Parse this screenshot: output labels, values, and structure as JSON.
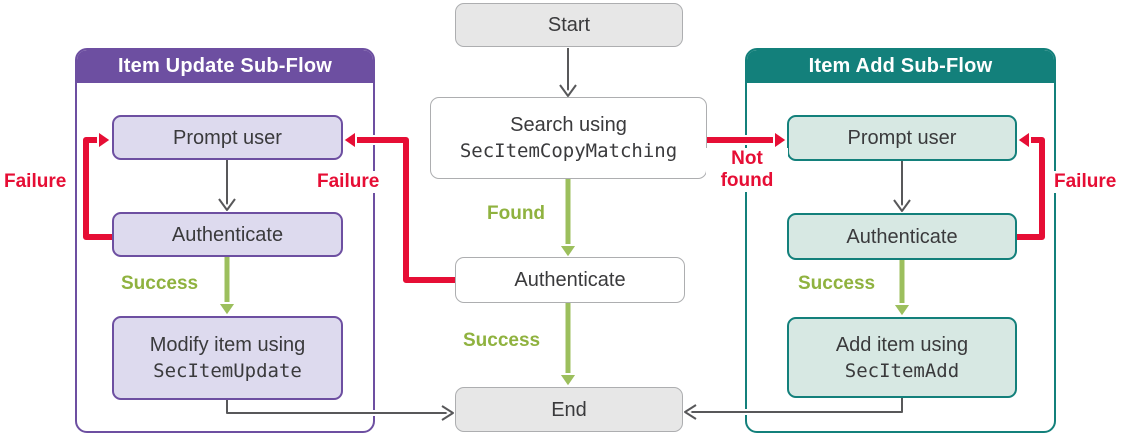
{
  "diagram": {
    "type": "flowchart",
    "nodes": {
      "start": {
        "label": "Start"
      },
      "search": {
        "line1": "Search using",
        "code": "SecItemCopyMatching"
      },
      "auth_center": {
        "label": "Authenticate"
      },
      "end": {
        "label": "End"
      }
    },
    "update_flow": {
      "title": "Item Update Sub-Flow",
      "prompt_label": "Prompt user",
      "auth_label": "Authenticate",
      "action_line1": "Modify item using",
      "action_code": "SecItemUpdate"
    },
    "add_flow": {
      "title": "Item Add Sub-Flow",
      "prompt_label": "Prompt user",
      "auth_label": "Authenticate",
      "action_line1": "Add item using",
      "action_code": "SecItemAdd"
    },
    "labels": {
      "found": "Found",
      "not_found": "Not found",
      "success": "Success",
      "failure": "Failure"
    },
    "edges": [
      {
        "from": "Start",
        "to": "Search using SecItemCopyMatching",
        "label": "",
        "color": "gray"
      },
      {
        "from": "Search using SecItemCopyMatching",
        "to": "Authenticate (center)",
        "label": "Found",
        "color": "green"
      },
      {
        "from": "Search using SecItemCopyMatching",
        "to": "Prompt user (add)",
        "label": "Not found",
        "color": "red"
      },
      {
        "from": "Authenticate (center)",
        "to": "End",
        "label": "Success",
        "color": "green"
      },
      {
        "from": "Authenticate (center)",
        "to": "Prompt user (update)",
        "label": "Failure",
        "color": "red"
      },
      {
        "from": "Prompt user (update)",
        "to": "Authenticate (update)",
        "label": "",
        "color": "gray"
      },
      {
        "from": "Authenticate (update)",
        "to": "Prompt user (update)",
        "label": "Failure",
        "color": "red"
      },
      {
        "from": "Authenticate (update)",
        "to": "Modify item using SecItemUpdate",
        "label": "Success",
        "color": "green"
      },
      {
        "from": "Modify item using SecItemUpdate",
        "to": "End",
        "label": "",
        "color": "gray"
      },
      {
        "from": "Prompt user (add)",
        "to": "Authenticate (add)",
        "label": "",
        "color": "gray"
      },
      {
        "from": "Authenticate (add)",
        "to": "Prompt user (add)",
        "label": "Failure",
        "color": "red"
      },
      {
        "from": "Authenticate (add)",
        "to": "Add item using SecItemAdd",
        "label": "Success",
        "color": "green"
      },
      {
        "from": "Add item using SecItemAdd",
        "to": "End",
        "label": "",
        "color": "gray"
      }
    ],
    "colors": {
      "update_accent": "#6d4fa1",
      "update_fill": "#dddaee",
      "add_accent": "#13807b",
      "add_fill": "#d7e8e3",
      "failure_red": "#e60e35",
      "success_green": "#9cbf5d",
      "success_text_green": "#8fb23f",
      "node_gray_fill": "#e7e7e7",
      "node_border_gray": "#adaeb0",
      "connector_gray": "#58585a"
    }
  }
}
